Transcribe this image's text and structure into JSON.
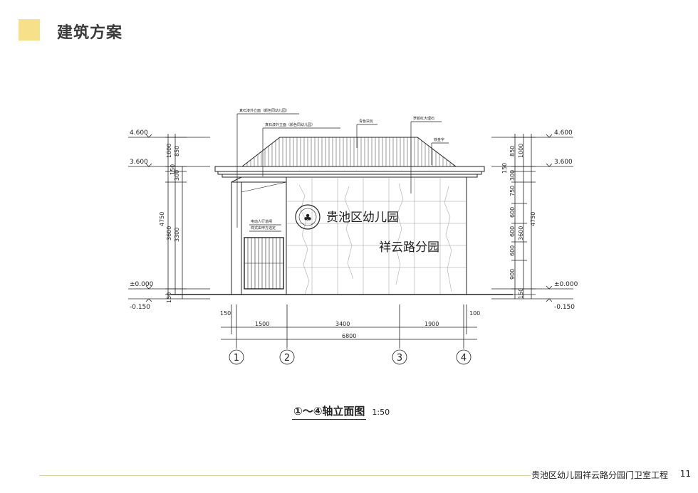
{
  "header": {
    "title": "建筑方案",
    "accent_color": "#f7e08a"
  },
  "elevation": {
    "levels": {
      "top": "4.600",
      "eave": "3.600",
      "ground": "±0.000",
      "base": "-0.150"
    },
    "left_dims": {
      "d1000": "1000",
      "d850": "850",
      "d150": "150",
      "d300": "300",
      "d4750": "4750",
      "d3600": "3600",
      "d3300": "3300",
      "d150b": "150"
    },
    "right_dims": {
      "d850": "850",
      "d1000": "1000",
      "d150": "150",
      "d300": "300",
      "d750": "750",
      "d600a": "600",
      "d600b": "600",
      "d600c": "600",
      "d900": "900",
      "d3600": "3600",
      "d4750": "4750",
      "d150b": "150"
    },
    "bottom_dims": {
      "d150": "150",
      "d1500": "1500",
      "d3400": "3400",
      "d1900": "1900",
      "d100": "100",
      "total": "6800"
    },
    "axes": [
      "1",
      "2",
      "3",
      "4"
    ],
    "annotations": {
      "a1": "真石漆外立面（颜色同幼儿园）",
      "a2": "真石漆外立面（颜色同幼儿园）",
      "a3": "青色块瓦",
      "a4": "罗颜红大理石",
      "a5": "铁金字",
      "gate1": "电动人行道闸",
      "gate2": "样式由甲方选定"
    },
    "sign": {
      "line1": "贵池区幼儿园",
      "line2": "祥云路分园"
    }
  },
  "caption": {
    "title": "①～④轴立面图",
    "scale": "1:50"
  },
  "footer": {
    "text": "贵池区幼儿园祥云路分园门卫室工程",
    "page": "11"
  }
}
